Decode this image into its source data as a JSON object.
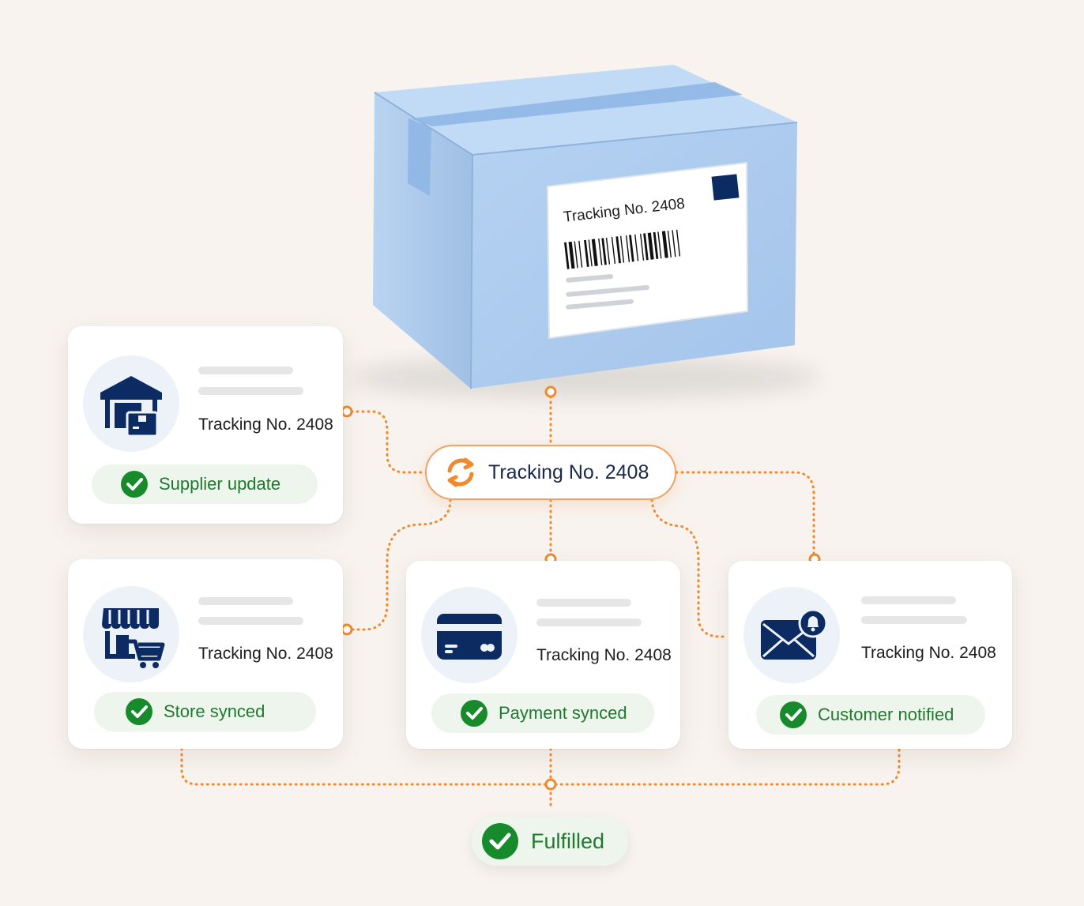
{
  "package": {
    "label_text": "Tracking No. 2408"
  },
  "hub": {
    "label": "Tracking No. 2408",
    "icon": "sync-icon"
  },
  "cards": {
    "supplier": {
      "title": "Tracking No. 2408",
      "status": "Supplier update",
      "icon": "warehouse-icon"
    },
    "store": {
      "title": "Tracking No. 2408",
      "status": "Store synced",
      "icon": "storefront-cart-icon"
    },
    "payment": {
      "title": "Tracking No. 2408",
      "status": "Payment synced",
      "icon": "credit-card-icon"
    },
    "customer": {
      "title": "Tracking No. 2408",
      "status": "Customer notified",
      "icon": "envelope-bell-icon"
    }
  },
  "final": {
    "label": "Fulfilled",
    "icon": "check-icon"
  },
  "colors": {
    "background": "#f8f3ef",
    "connector": "#f08a2c",
    "icon_navy": "#0d2b63",
    "success_green": "#178a2c",
    "success_text": "#1e7a2e",
    "status_bg": "#eef5ec",
    "box_blue": "#aac9ec"
  }
}
